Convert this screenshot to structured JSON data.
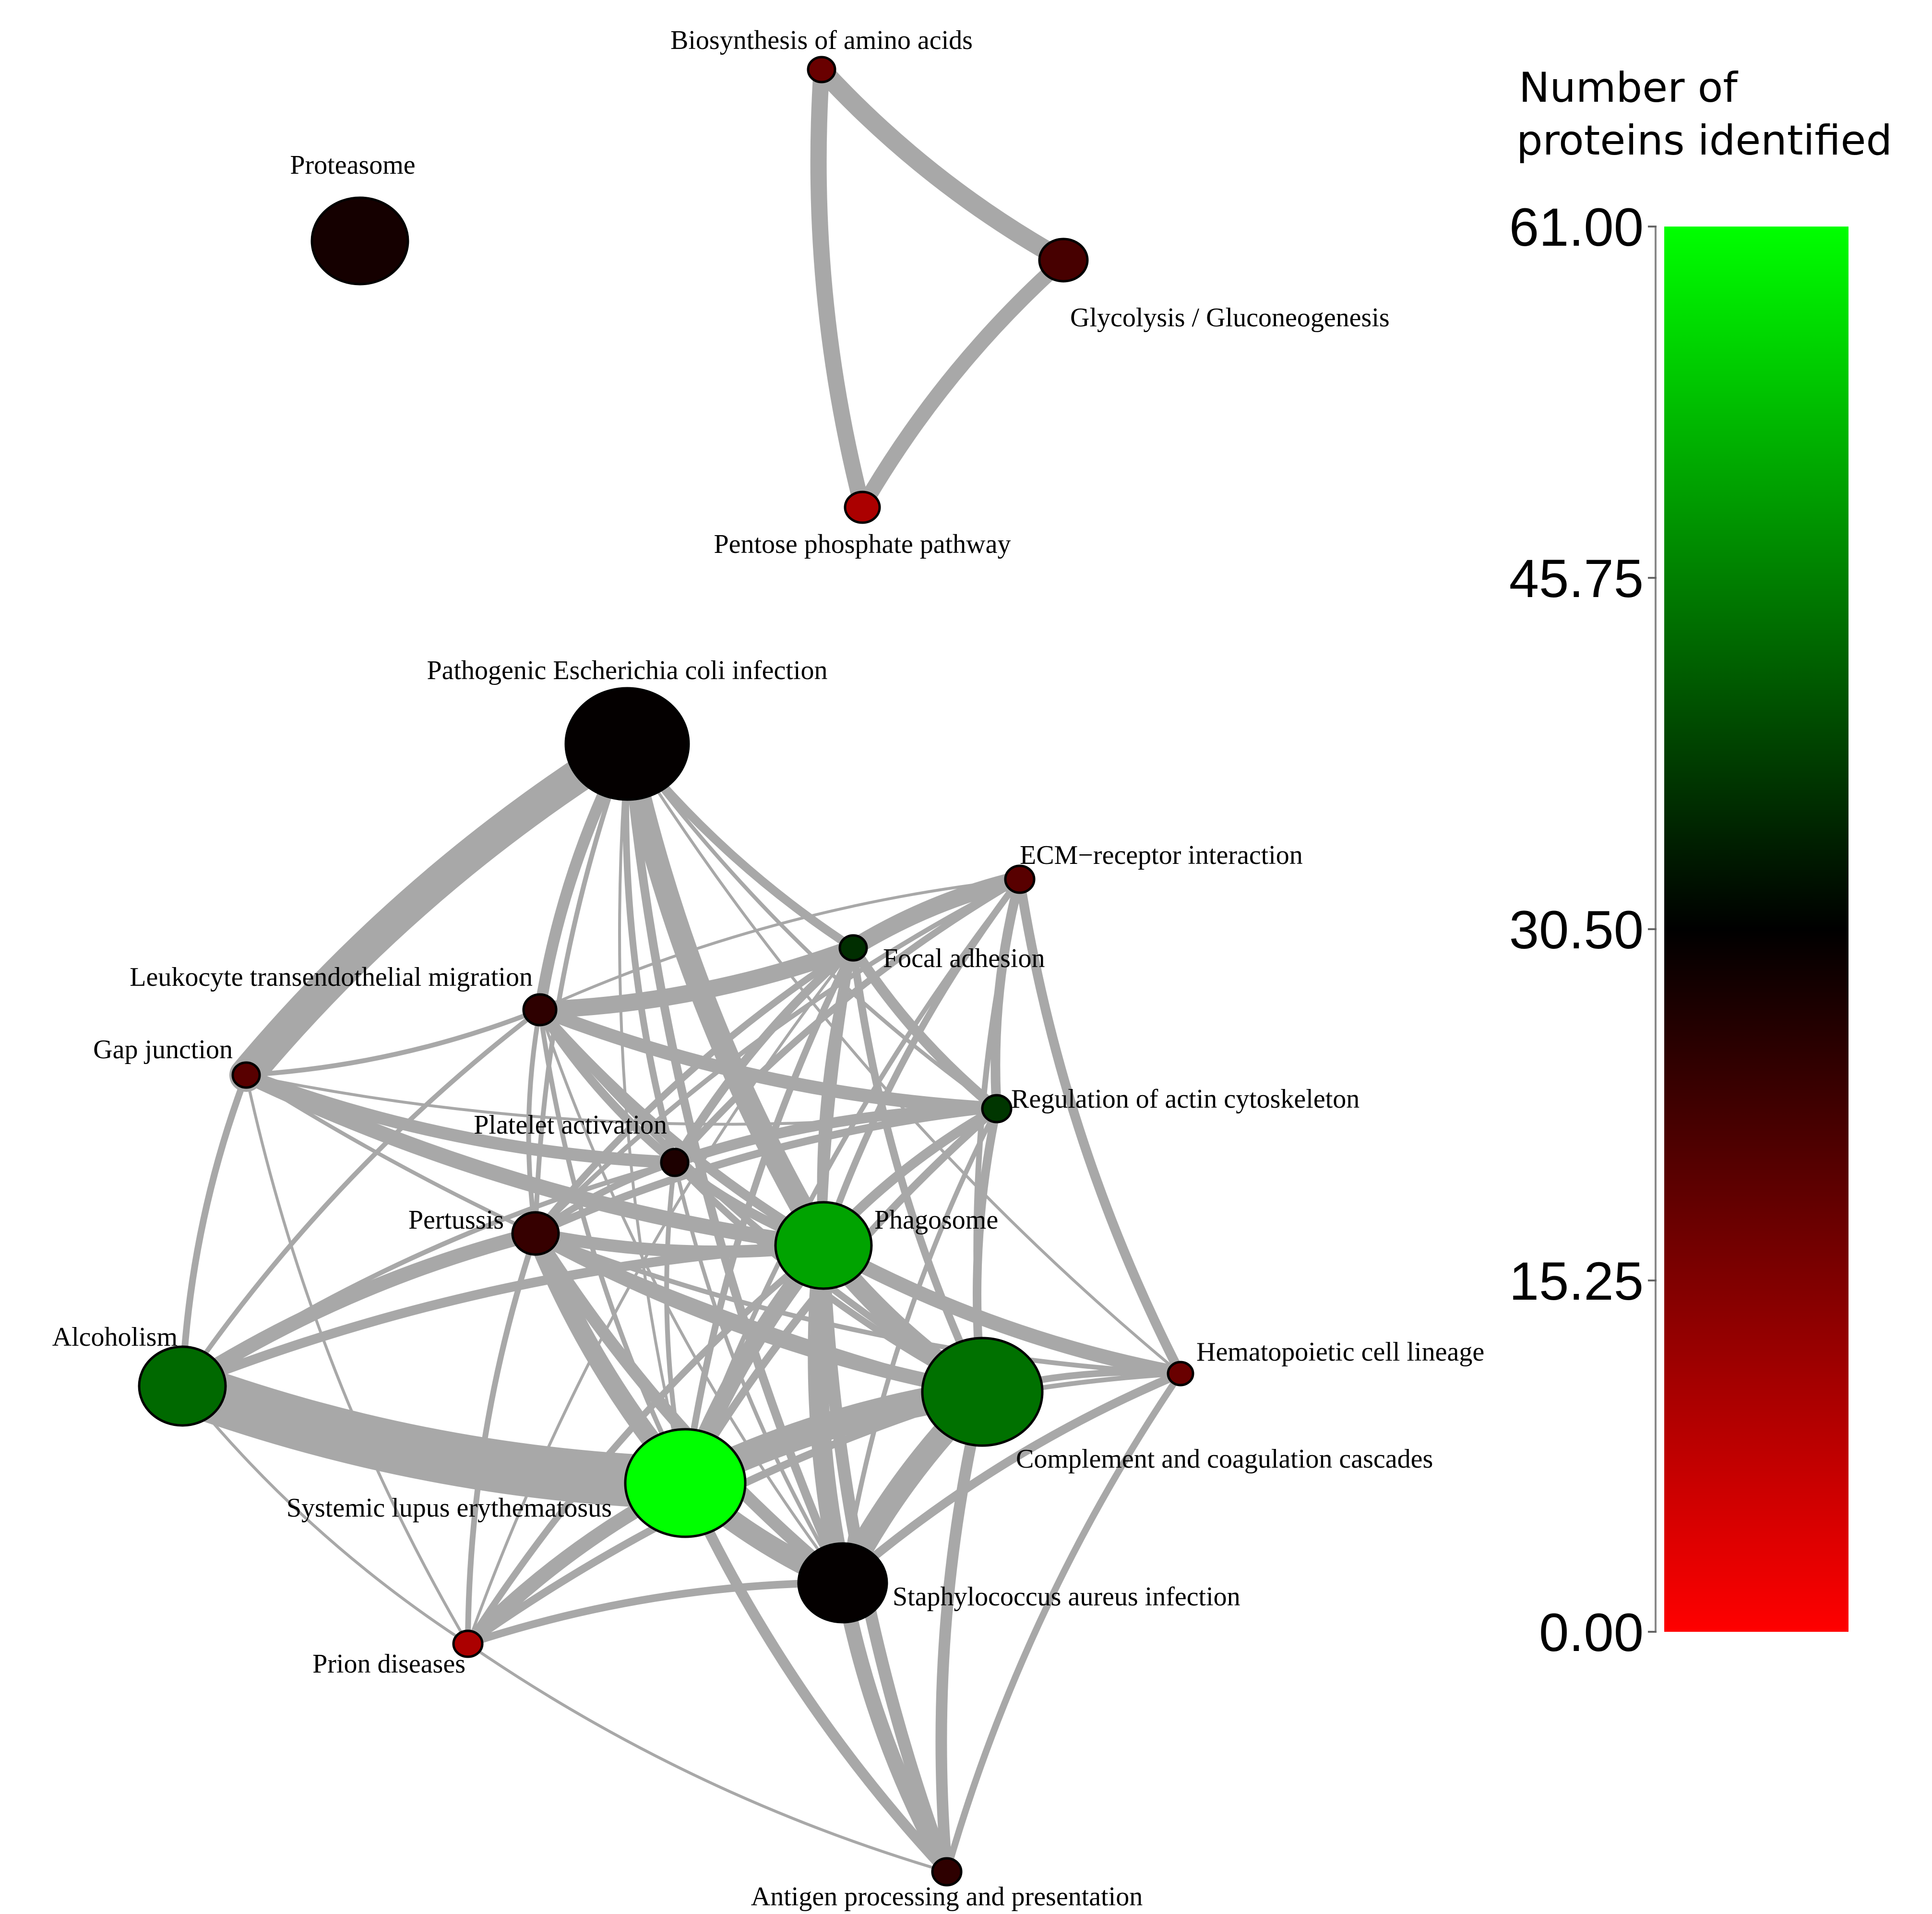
{
  "legend": {
    "title_line1": "Number of",
    "title_line2": "proteins identified",
    "ticks": [
      "61.00",
      "45.75",
      "30.50",
      "15.25",
      "0.00"
    ],
    "min": 0,
    "max": 61,
    "colors": {
      "low": "#ff0000",
      "mid": "#000000",
      "high": "#00ff00"
    }
  },
  "nodes": [
    {
      "id": "biosynth",
      "label": "Biosynthesis of amino acids",
      "value": 18
    },
    {
      "id": "proteasome",
      "label": "Proteasome",
      "value": 28
    },
    {
      "id": "glycolysis",
      "label": "Glycolysis / Gluconeogenesis",
      "value": 22
    },
    {
      "id": "pentose",
      "label": "Pentose phosphate pathway",
      "value": 10
    },
    {
      "id": "ecoli",
      "label": "Pathogenic Escherichia coli infection",
      "value": 30
    },
    {
      "id": "ecm",
      "label": "ECM−receptor interaction",
      "value": 20
    },
    {
      "id": "focal",
      "label": "Focal adhesion",
      "value": 36
    },
    {
      "id": "leuko",
      "label": "Leukocyte transendothelial migration",
      "value": 25
    },
    {
      "id": "gap",
      "label": "Gap junction",
      "value": 20
    },
    {
      "id": "actin",
      "label": "Regulation of actin cytoskeleton",
      "value": 37
    },
    {
      "id": "platelet",
      "label": "Platelet activation",
      "value": 27
    },
    {
      "id": "pertussis",
      "label": "Pertussis",
      "value": 24
    },
    {
      "id": "phagosome",
      "label": "Phagosome",
      "value": 50
    },
    {
      "id": "alcoholism",
      "label": "Alcoholism",
      "value": 43
    },
    {
      "id": "hemato",
      "label": "Hematopoietic cell lineage",
      "value": 18
    },
    {
      "id": "complement",
      "label": "Complement and coagulation cascades",
      "value": 44
    },
    {
      "id": "sle",
      "label": "Systemic lupus erythematosus",
      "value": 61
    },
    {
      "id": "staph",
      "label": "Staphylococcus aureus infection",
      "value": 30
    },
    {
      "id": "prion",
      "label": "Prion diseases",
      "value": 10
    },
    {
      "id": "antigen",
      "label": "Antigen processing and presentation",
      "value": 25
    }
  ],
  "edges": [
    [
      "biosynth",
      "glycolysis"
    ],
    [
      "biosynth",
      "pentose"
    ],
    [
      "glycolysis",
      "pentose"
    ],
    [
      "ecoli",
      "gap"
    ],
    [
      "ecoli",
      "leuko"
    ],
    [
      "ecoli",
      "focal"
    ],
    [
      "ecoli",
      "phagosome"
    ],
    [
      "ecoli",
      "hemato"
    ],
    [
      "ecoli",
      "platelet"
    ],
    [
      "ecoli",
      "pertussis"
    ],
    [
      "ecoli",
      "staph"
    ],
    [
      "ecoli",
      "actin"
    ],
    [
      "ecoli",
      "sle"
    ],
    [
      "gap",
      "leuko"
    ],
    [
      "gap",
      "platelet"
    ],
    [
      "gap",
      "phagosome"
    ],
    [
      "gap",
      "alcoholism"
    ],
    [
      "gap",
      "prion"
    ],
    [
      "gap",
      "actin"
    ],
    [
      "gap",
      "complement"
    ],
    [
      "leuko",
      "focal"
    ],
    [
      "leuko",
      "actin"
    ],
    [
      "leuko",
      "platelet"
    ],
    [
      "leuko",
      "phagosome"
    ],
    [
      "leuko",
      "pertussis"
    ],
    [
      "leuko",
      "alcoholism"
    ],
    [
      "leuko",
      "sle"
    ],
    [
      "leuko",
      "complement"
    ],
    [
      "leuko",
      "staph"
    ],
    [
      "ecm",
      "focal"
    ],
    [
      "ecm",
      "actin"
    ],
    [
      "ecm",
      "hemato"
    ],
    [
      "ecm",
      "platelet"
    ],
    [
      "ecm",
      "leuko"
    ],
    [
      "ecm",
      "phagosome"
    ],
    [
      "ecm",
      "pertussis"
    ],
    [
      "ecm",
      "sle"
    ],
    [
      "ecm",
      "complement"
    ],
    [
      "focal",
      "actin"
    ],
    [
      "focal",
      "platelet"
    ],
    [
      "focal",
      "phagosome"
    ],
    [
      "focal",
      "pertussis"
    ],
    [
      "focal",
      "sle"
    ],
    [
      "focal",
      "staph"
    ],
    [
      "focal",
      "complement"
    ],
    [
      "focal",
      "prion"
    ],
    [
      "actin",
      "platelet"
    ],
    [
      "actin",
      "pertussis"
    ],
    [
      "actin",
      "phagosome"
    ],
    [
      "actin",
      "sle"
    ],
    [
      "actin",
      "staph"
    ],
    [
      "actin",
      "complement"
    ],
    [
      "platelet",
      "pertussis"
    ],
    [
      "platelet",
      "phagosome"
    ],
    [
      "platelet",
      "sle"
    ],
    [
      "platelet",
      "complement"
    ],
    [
      "platelet",
      "staph"
    ],
    [
      "platelet",
      "alcoholism"
    ],
    [
      "pertussis",
      "alcoholism"
    ],
    [
      "pertussis",
      "sle"
    ],
    [
      "pertussis",
      "phagosome"
    ],
    [
      "pertussis",
      "complement"
    ],
    [
      "pertussis",
      "staph"
    ],
    [
      "pertussis",
      "prion"
    ],
    [
      "pertussis",
      "hemato"
    ],
    [
      "phagosome",
      "sle"
    ],
    [
      "phagosome",
      "staph"
    ],
    [
      "phagosome",
      "complement"
    ],
    [
      "phagosome",
      "hemato"
    ],
    [
      "phagosome",
      "alcoholism"
    ],
    [
      "phagosome",
      "antigen"
    ],
    [
      "phagosome",
      "prion"
    ],
    [
      "alcoholism",
      "sle"
    ],
    [
      "alcoholism",
      "prion"
    ],
    [
      "hemato",
      "complement"
    ],
    [
      "hemato",
      "staph"
    ],
    [
      "hemato",
      "antigen"
    ],
    [
      "hemato",
      "sle"
    ],
    [
      "complement",
      "sle"
    ],
    [
      "complement",
      "staph"
    ],
    [
      "complement",
      "prion"
    ],
    [
      "complement",
      "antigen"
    ],
    [
      "sle",
      "staph"
    ],
    [
      "sle",
      "antigen"
    ],
    [
      "sle",
      "prion"
    ],
    [
      "staph",
      "antigen"
    ],
    [
      "staph",
      "prion"
    ],
    [
      "prion",
      "antigen"
    ]
  ]
}
